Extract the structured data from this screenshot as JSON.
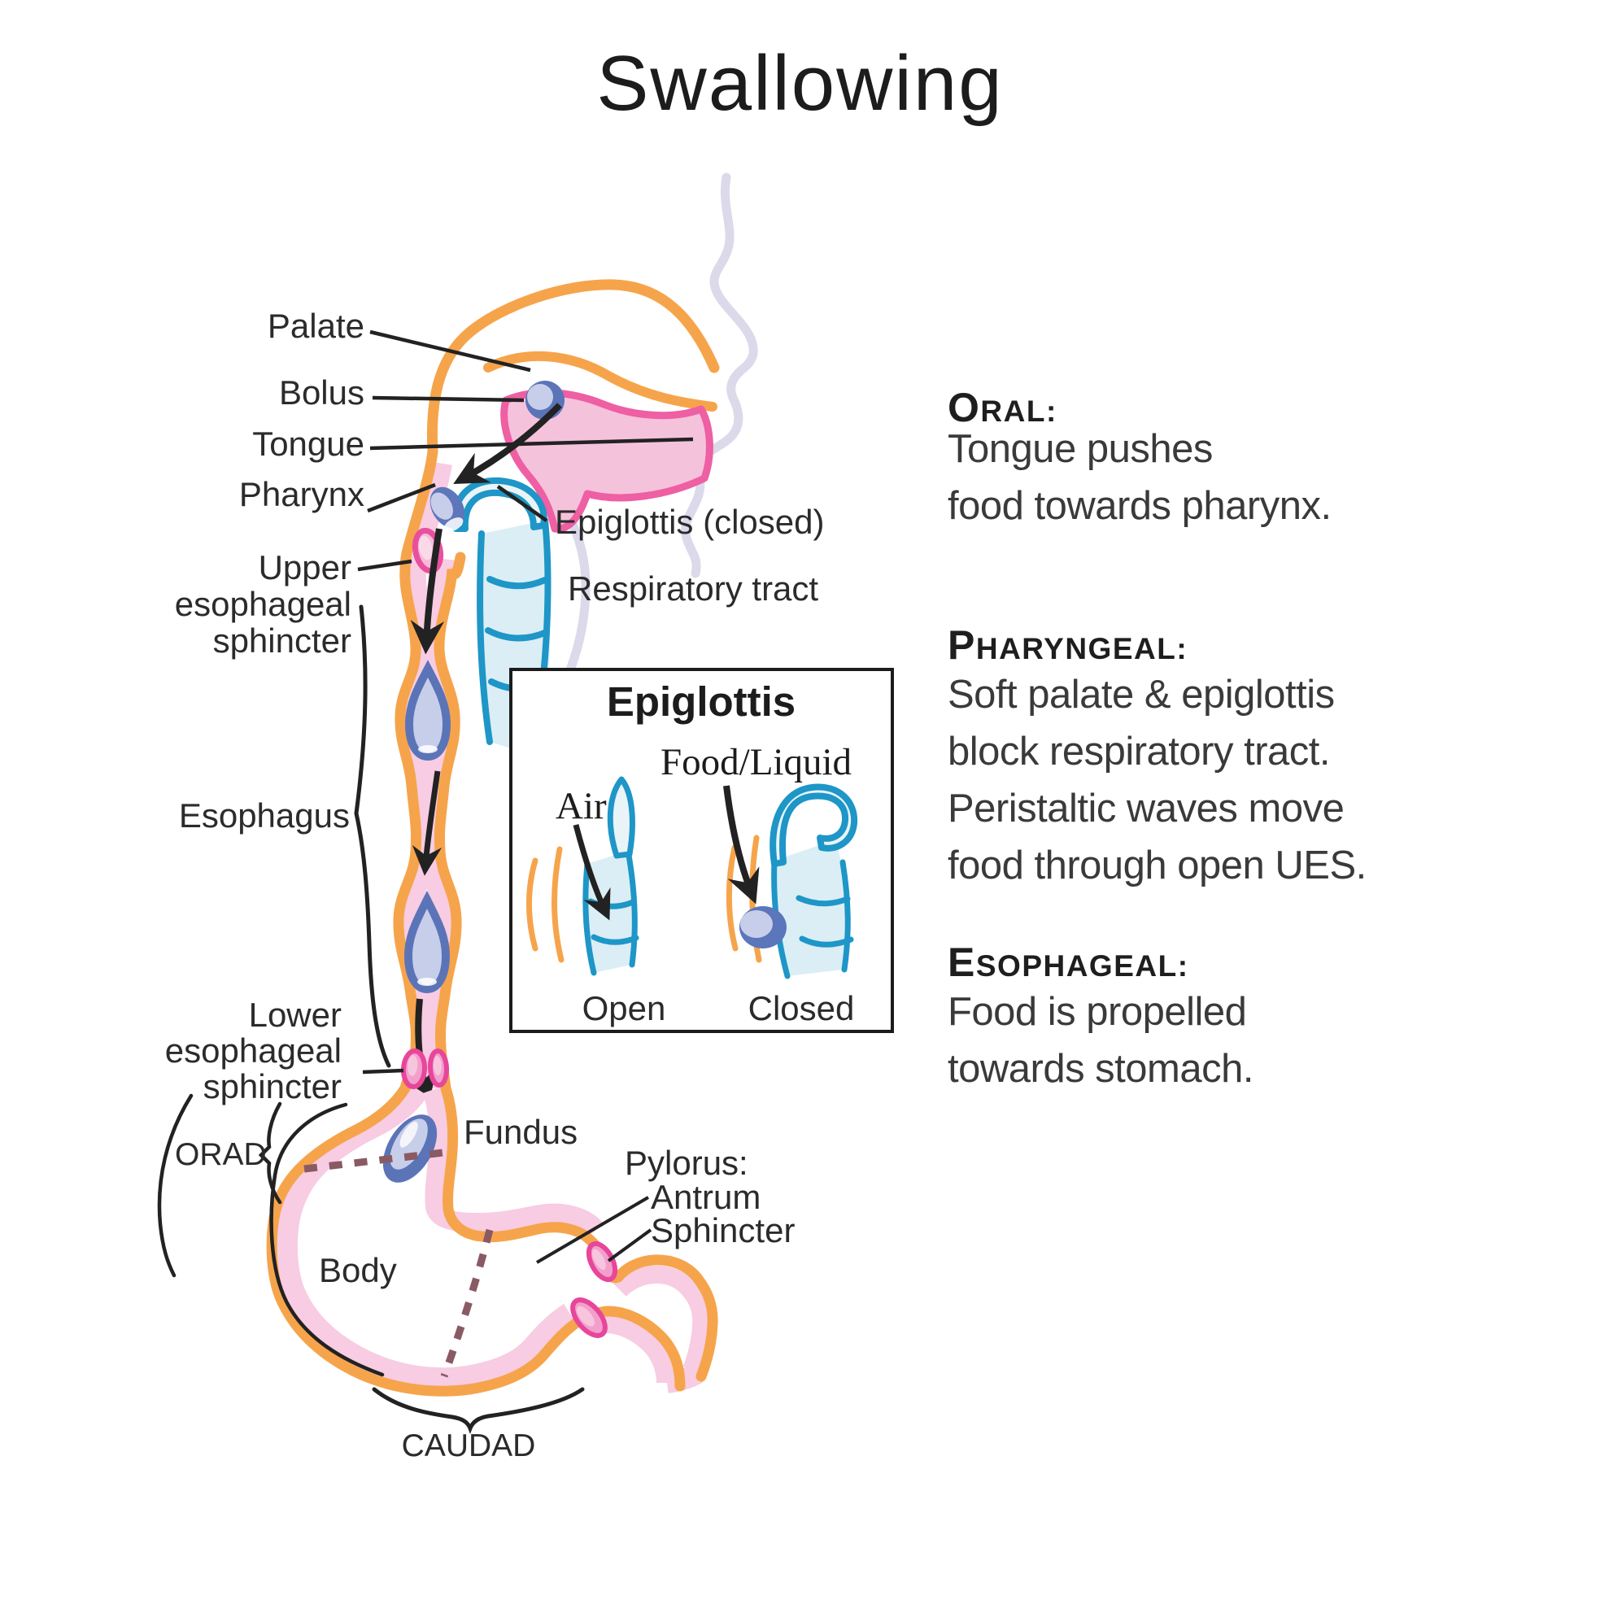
{
  "title": "Swallowing",
  "diagram": {
    "labels": {
      "palate": "Palate",
      "bolus": "Bolus",
      "tongue": "Tongue",
      "pharynx": "Pharynx",
      "ues": [
        "Upper",
        "esophageal",
        "sphincter"
      ],
      "epiglottis_closed": "Epiglottis (closed)",
      "respiratory_tract": "Respiratory tract",
      "esophagus": "Esophagus",
      "les": [
        "Lower",
        "esophageal",
        "sphincter"
      ],
      "orad": "ORAD",
      "fundus": "Fundus",
      "body": "Body",
      "pylorus": "Pylorus:",
      "antrum": "Antrum",
      "sphincter": "Sphincter",
      "caudad": "CAUDAD"
    },
    "inset": {
      "title": "Epiglottis",
      "food_liquid": "Food/Liquid",
      "air": "Air",
      "open": "Open",
      "closed": "Closed"
    }
  },
  "stages": [
    {
      "heading": "Oral:",
      "lines": [
        "Tongue pushes",
        "food towards pharynx."
      ]
    },
    {
      "heading": "Pharyngeal:",
      "lines": [
        "Soft palate & epiglottis",
        "block respiratory tract."
      ],
      "lines2": [
        "Peristaltic waves move",
        "food through open UES."
      ]
    },
    {
      "heading": "Esophageal:",
      "lines": [
        "Food is propelled",
        "towards stomach."
      ]
    }
  ],
  "colors": {
    "tract_orange": "#F6A44B",
    "tract_pink": "#F8CCE2",
    "tongue_fill": "#F5C2DC",
    "tongue_stroke": "#EE5FA3",
    "sphincter_stroke": "#E8469B",
    "sphincter_fill": "#F2A0CB",
    "bolus_dark": "#5B74B8",
    "bolus_light": "#C7CEE9",
    "airway_blue": "#1E96C7",
    "airway_fill": "#DBEEF5",
    "dash_maroon": "#8A5A64",
    "profile_lavender": "#DCD9EB",
    "line_black": "#222222",
    "text_dark": "#2B2B2B"
  }
}
